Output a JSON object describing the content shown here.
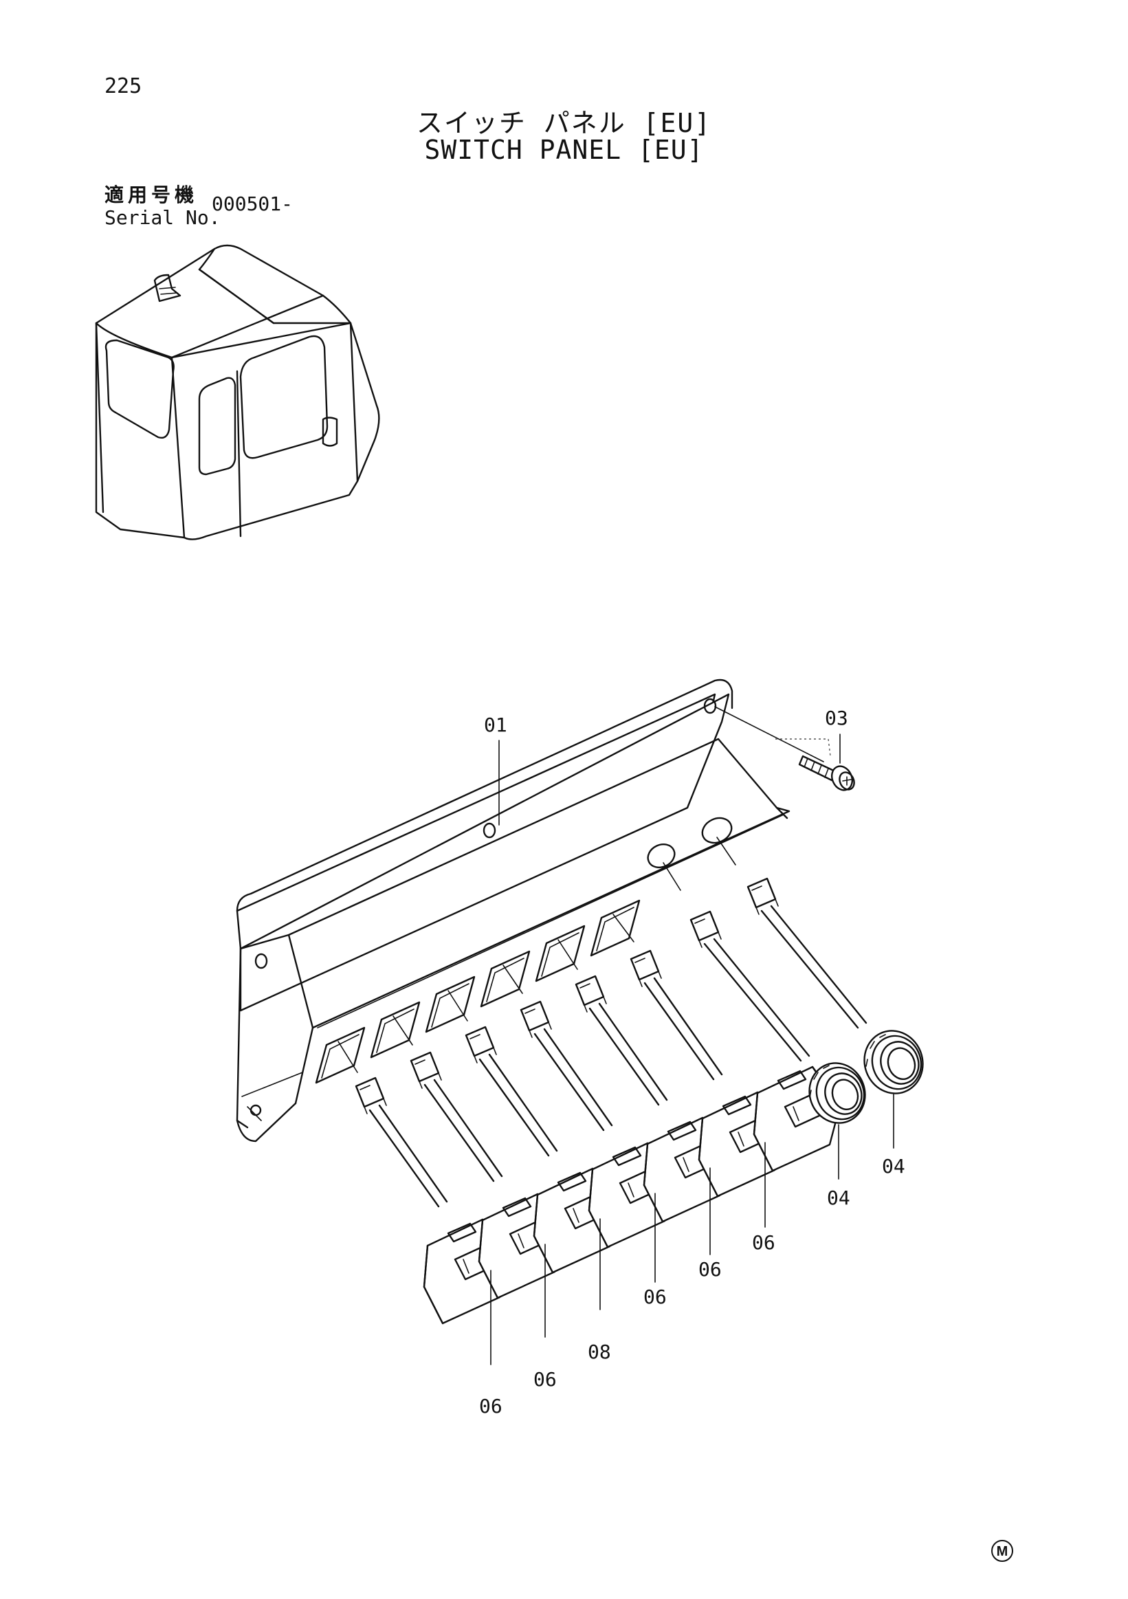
{
  "page": {
    "number": "225"
  },
  "title": {
    "japanese": "スイッチ パネル [EU]",
    "english": "SWITCH PANEL [EU]"
  },
  "serial": {
    "label_jp": "適用号機",
    "label_en": "Serial No.",
    "value": "000501-"
  },
  "callouts": {
    "c01": "01",
    "c03": "03",
    "c04a": "04",
    "c04b": "04",
    "c06a": "06",
    "c06b": "06",
    "c06c": "06",
    "c06d": "06",
    "c06e": "06",
    "c08": "08"
  },
  "mark": "M"
}
